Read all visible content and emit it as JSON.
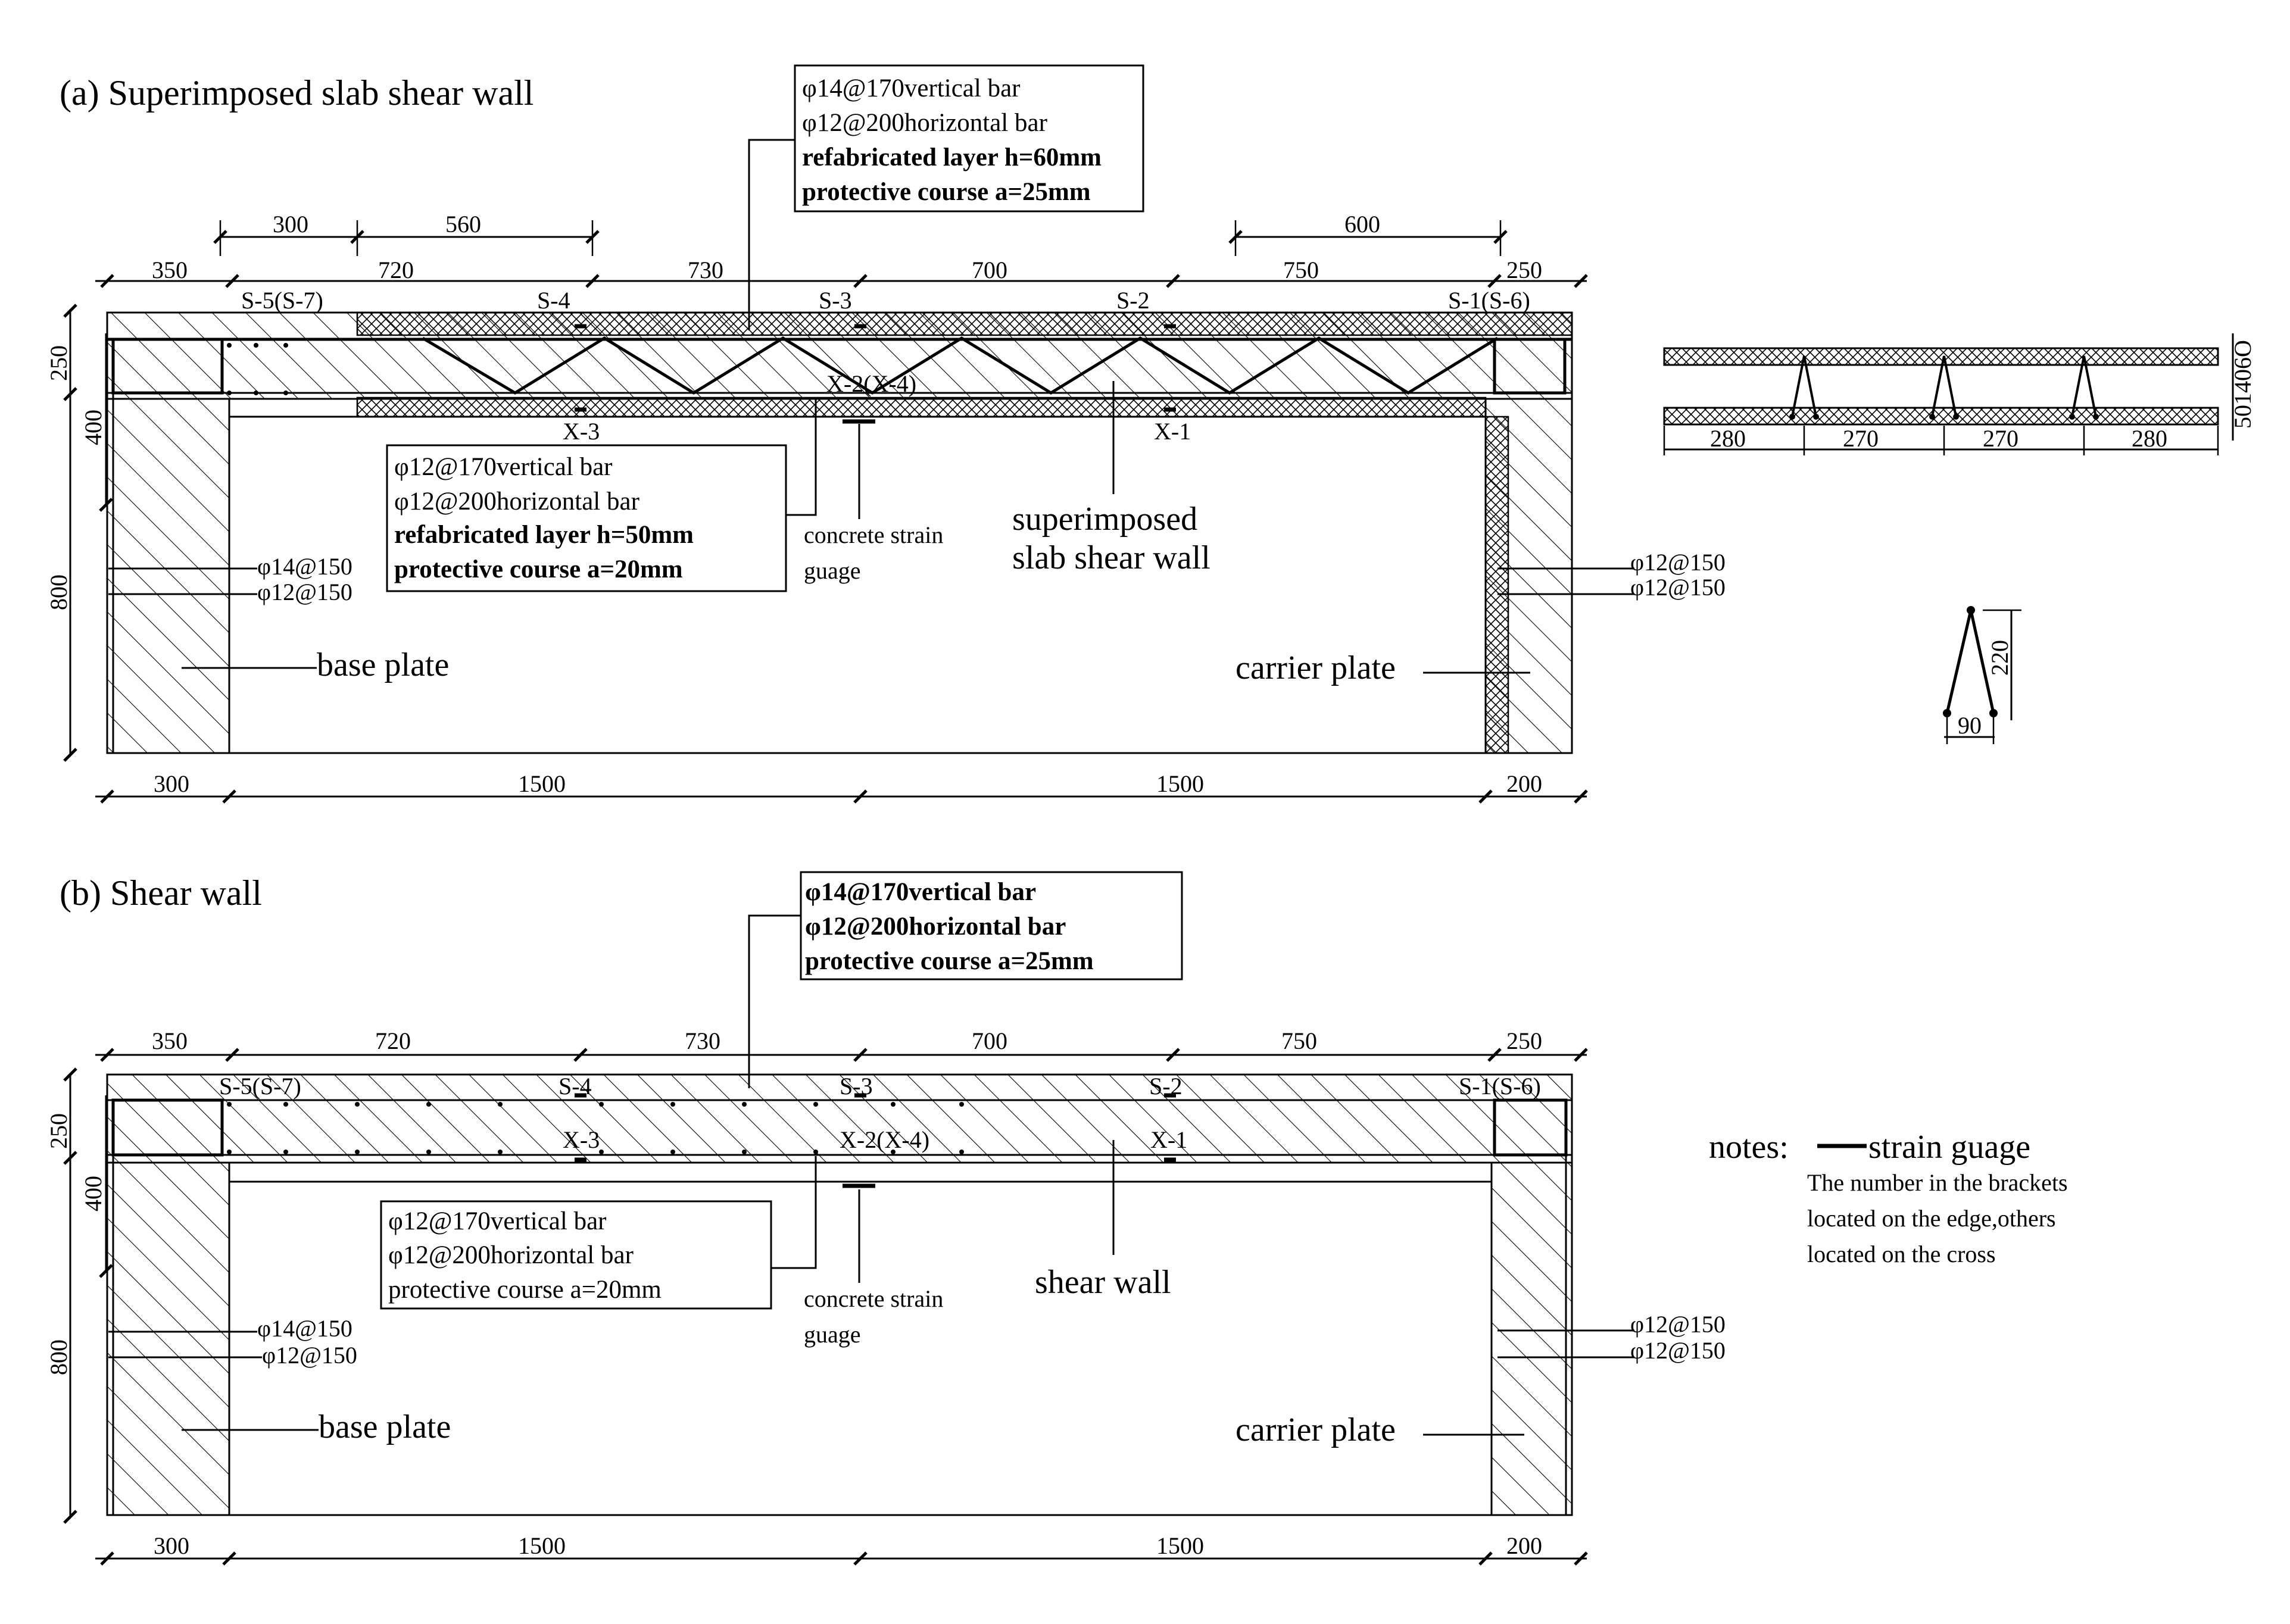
{
  "panel_a": {
    "title": "(a) Superimposed slab shear wall",
    "top_box": [
      "φ14@170vertical bar",
      "φ12@200horizontal bar",
      "refabricated layer h=60mm",
      "protective course  a=25mm"
    ],
    "bottom_box": [
      "φ12@170vertical bar",
      "φ12@200horizontal bar",
      "refabricated layer h=50mm",
      "protective course  a=20mm"
    ],
    "dims_top1": [
      "300",
      "560",
      "600"
    ],
    "dims_top2": [
      "350",
      "720",
      "730",
      "700",
      "750",
      "250"
    ],
    "dims_bottom": [
      "300",
      "1500",
      "1500",
      "200"
    ],
    "dims_left": [
      "250",
      "400",
      "800"
    ],
    "gauges_top": [
      "S-5(S-7)",
      "S-4",
      "S-3",
      "S-2",
      "S-1(S-6)"
    ],
    "gauges_bottom": [
      "X-3",
      "X-2(X-4)",
      "X-1"
    ],
    "left_bars": [
      "φ14@150",
      "φ12@150"
    ],
    "right_bars": [
      "φ12@150",
      "φ12@150"
    ],
    "concrete_gauge": [
      "concrete strain",
      "guage"
    ],
    "wall_label": [
      "superimposed",
      "slab shear wall"
    ],
    "base_plate": "base plate",
    "carrier_plate": "carrier plate"
  },
  "detail": {
    "dims_bottom": [
      "280",
      "270",
      "270",
      "280"
    ],
    "dims_side": "501406O",
    "truss_height": "220",
    "truss_width": "90"
  },
  "panel_b": {
    "title": "(b) Shear wall",
    "top_box": [
      "φ14@170vertical bar",
      "φ12@200horizontal bar",
      "protective course  a=25mm"
    ],
    "bottom_box": [
      "φ12@170vertical bar",
      "φ12@200horizontal bar",
      "protective course  a=20mm"
    ],
    "dims_top": [
      "350",
      "720",
      "730",
      "700",
      "750",
      "250"
    ],
    "dims_bottom": [
      "300",
      "1500",
      "1500",
      "200"
    ],
    "dims_left": [
      "250",
      "400",
      "800"
    ],
    "gauges_top": [
      "S-5(S-7)",
      "S-4",
      "S-3",
      "S-2",
      "S-1(S-6)"
    ],
    "gauges_bottom": [
      "X-3",
      "X-2(X-4)",
      "X-1"
    ],
    "left_bars": [
      "φ14@150",
      "φ12@150"
    ],
    "right_bars": [
      "φ12@150",
      "φ12@150"
    ],
    "concrete_gauge": [
      "concrete strain",
      "guage"
    ],
    "wall_label": "shear wall",
    "base_plate": "base plate",
    "carrier_plate": "carrier plate"
  },
  "notes": {
    "label": "notes:",
    "legend": "strain guage",
    "text": [
      "The number in the brackets",
      "located on the edge,others",
      "located on the cross"
    ]
  }
}
